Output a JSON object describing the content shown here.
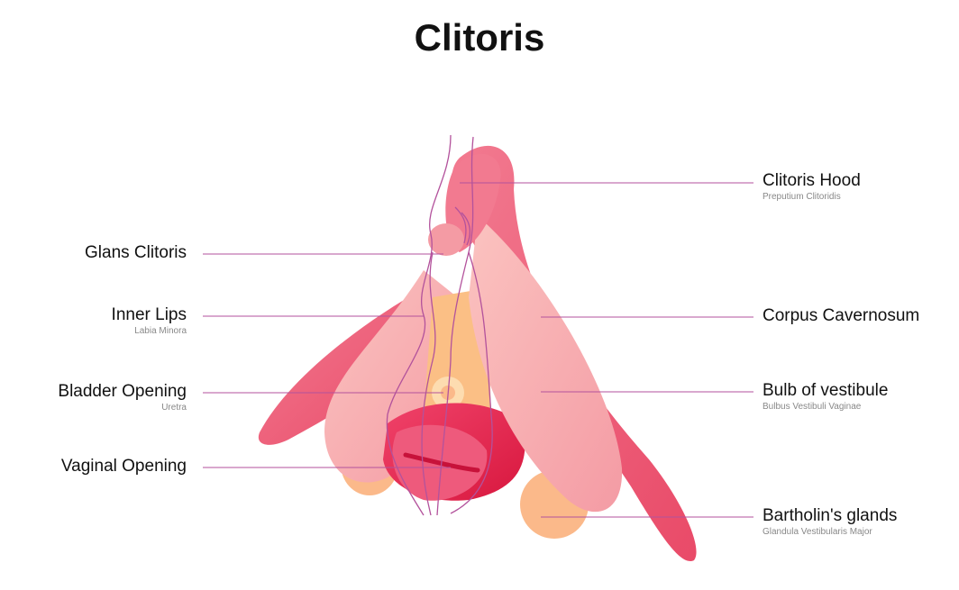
{
  "title": "Clitoris",
  "labels_left": [
    {
      "name": "Glans Clitoris",
      "sub": ""
    },
    {
      "name": "Inner Lips",
      "sub": "Labia Minora"
    },
    {
      "name": "Bladder Opening",
      "sub": "Uretra"
    },
    {
      "name": "Vaginal Opening",
      "sub": ""
    }
  ],
  "labels_right": [
    {
      "name": "Clitoris Hood",
      "sub": "Preputium Clitoridis"
    },
    {
      "name": "Corpus Cavernosum",
      "sub": ""
    },
    {
      "name": "Bulb of vestibule",
      "sub": "Bulbus Vestibuli Vaginae"
    },
    {
      "name": "Bartholin's glands",
      "sub": "Glandula Vestibularis Major"
    }
  ],
  "colors": {
    "leader": "#b3529c",
    "pink_dark": "#e8536f",
    "pink_light": "#f7a8ae",
    "orange": "#fbb98a",
    "red": "#e51f4d"
  }
}
